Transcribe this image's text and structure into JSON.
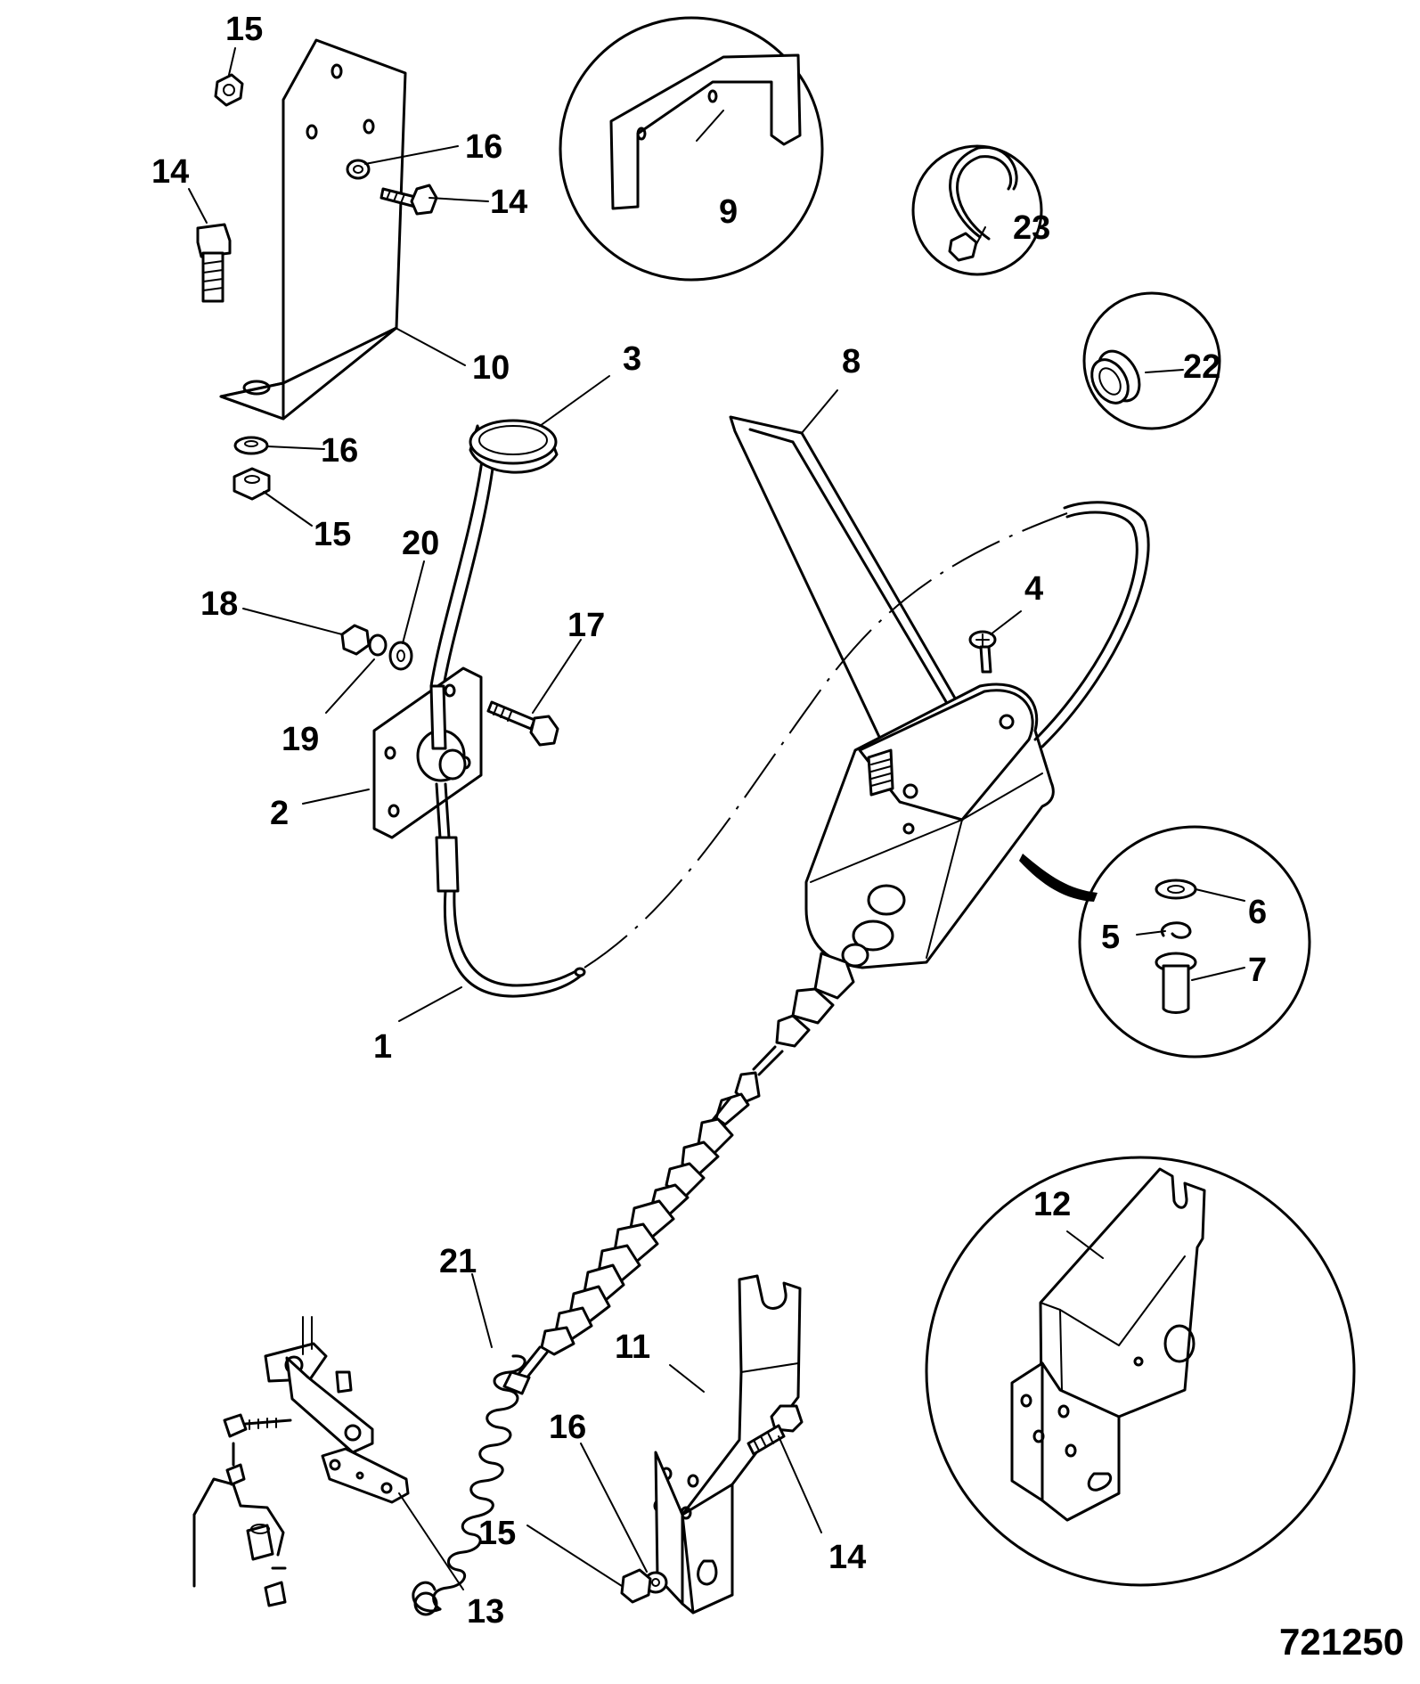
{
  "diagram": {
    "reference_number": "721250",
    "callouts": {
      "c1": "1",
      "c2": "2",
      "c3": "3",
      "c4": "4",
      "c5": "5",
      "c6": "6",
      "c7": "7",
      "c8": "8",
      "c9": "9",
      "c10": "10",
      "c11": "11",
      "c12": "12",
      "c13": "13",
      "c14a": "14",
      "c14b": "14",
      "c14c": "14",
      "c15a": "15",
      "c15b": "15",
      "c15c": "15",
      "c16a": "16",
      "c16b": "16",
      "c16c": "16",
      "c17": "17",
      "c18": "18",
      "c19": "19",
      "c20": "20",
      "c21": "21",
      "c22": "22",
      "c23": "23"
    }
  }
}
